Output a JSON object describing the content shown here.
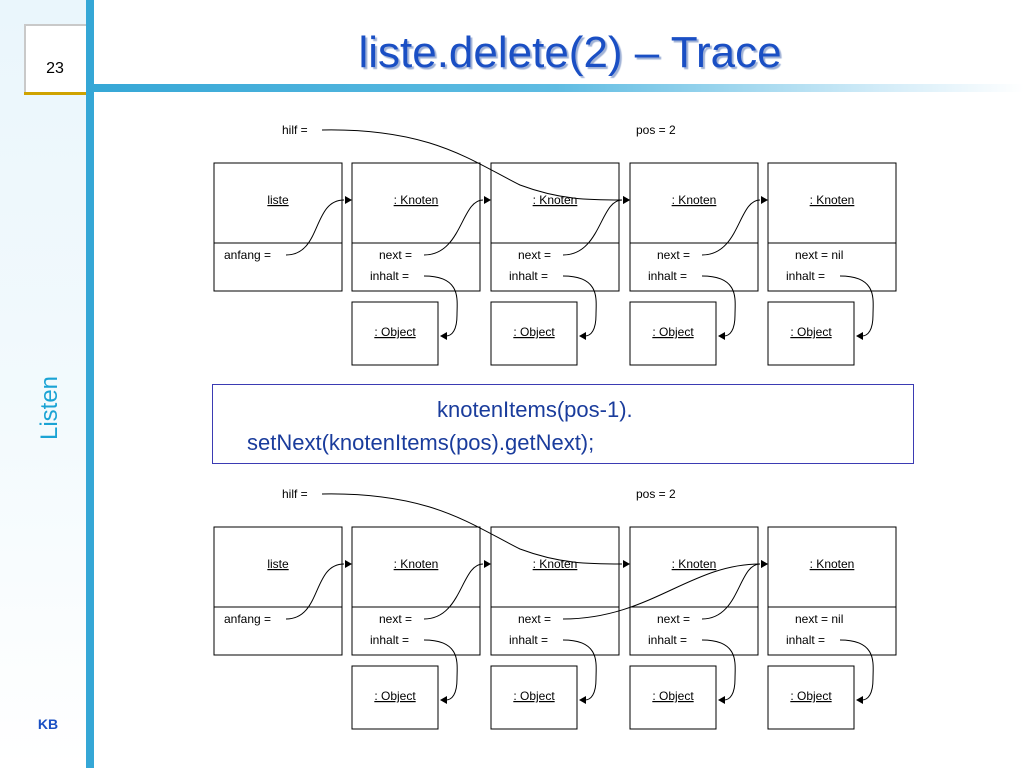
{
  "slide": {
    "page_number": "23",
    "title": "liste.delete(2) – Trace",
    "sidebar_label": "Listen",
    "footer_initials": "KB"
  },
  "code": {
    "line1": "knotenItems(pos-1).",
    "line2": "setNext(knotenItems(pos).getNext);"
  },
  "diagram_labels": {
    "hilf": "hilf  =",
    "pos": "pos  =  2",
    "liste": "liste",
    "anfang": "anfang  =",
    "knoten": ": Knoten",
    "next": "next  =",
    "next_nil": "next  =  nil",
    "inhalt": "inhalt  =",
    "object": ": Object"
  }
}
